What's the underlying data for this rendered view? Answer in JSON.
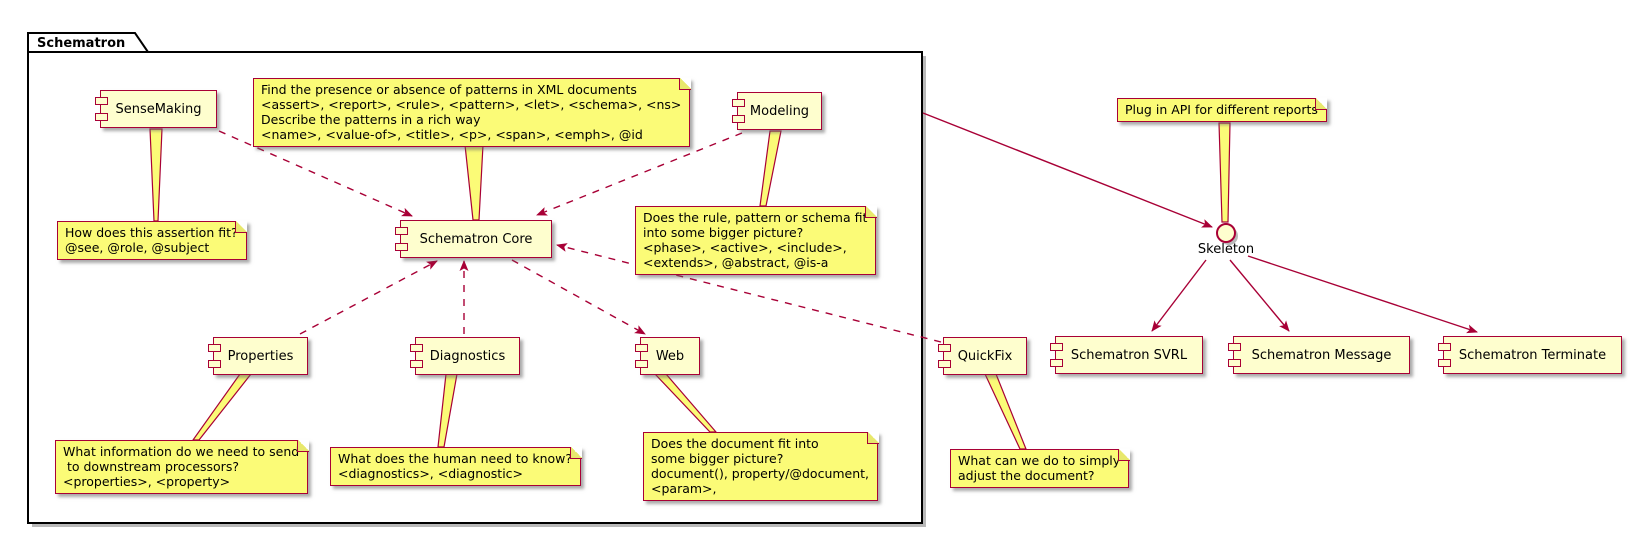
{
  "package": {
    "title": "Schematron"
  },
  "components": [
    {
      "id": "sensemaking",
      "label": "SenseMaking"
    },
    {
      "id": "modeling",
      "label": "Modeling"
    },
    {
      "id": "core",
      "label": "Schematron Core"
    },
    {
      "id": "properties",
      "label": "Properties"
    },
    {
      "id": "diagnostics",
      "label": "Diagnostics"
    },
    {
      "id": "web",
      "label": "Web"
    },
    {
      "id": "quickfix",
      "label": "QuickFix"
    },
    {
      "id": "svrl",
      "label": "Schematron SVRL"
    },
    {
      "id": "message",
      "label": "Schematron Message"
    },
    {
      "id": "terminate",
      "label": "Schematron Terminate"
    }
  ],
  "interface": {
    "label": "Skeleton"
  },
  "notes": {
    "core": {
      "lines": [
        "Find the presence or absence of patterns in XML documents",
        "<assert>, <report>, <rule>, <pattern>, <let>, <schema>, <ns>",
        "Describe the patterns in a rich way",
        "<name>, <value-of>, <title>, <p>, <span>, <emph>, @id"
      ]
    },
    "sensemaking": {
      "lines": [
        "How does this assertion fit?",
        "@see, @role, @subject"
      ]
    },
    "modeling": {
      "lines": [
        "Does the rule, pattern or schema fit",
        "into some bigger picture?",
        "<phase>, <active>, <include>,",
        "<extends>, @abstract, @is-a"
      ]
    },
    "properties": {
      "lines": [
        "What information do we need to send",
        " to downstream processors?",
        "<properties>, <property>"
      ]
    },
    "diagnostics": {
      "lines": [
        "What does the human need to know?",
        "<diagnostics>, <diagnostic>"
      ]
    },
    "web": {
      "lines": [
        "Does the document fit into",
        "some bigger picture?",
        "document(), property/@document,",
        "<param>,"
      ]
    },
    "quickfix": {
      "lines": [
        "What can we do to simply",
        "adjust the document?"
      ]
    },
    "plugin": {
      "lines": [
        "Plug in API for different reports"
      ]
    }
  },
  "colors": {
    "accent": "#A80036",
    "note_fill": "#FBFB77",
    "component_fill": "#FEFECE",
    "package_border": "#000000"
  }
}
